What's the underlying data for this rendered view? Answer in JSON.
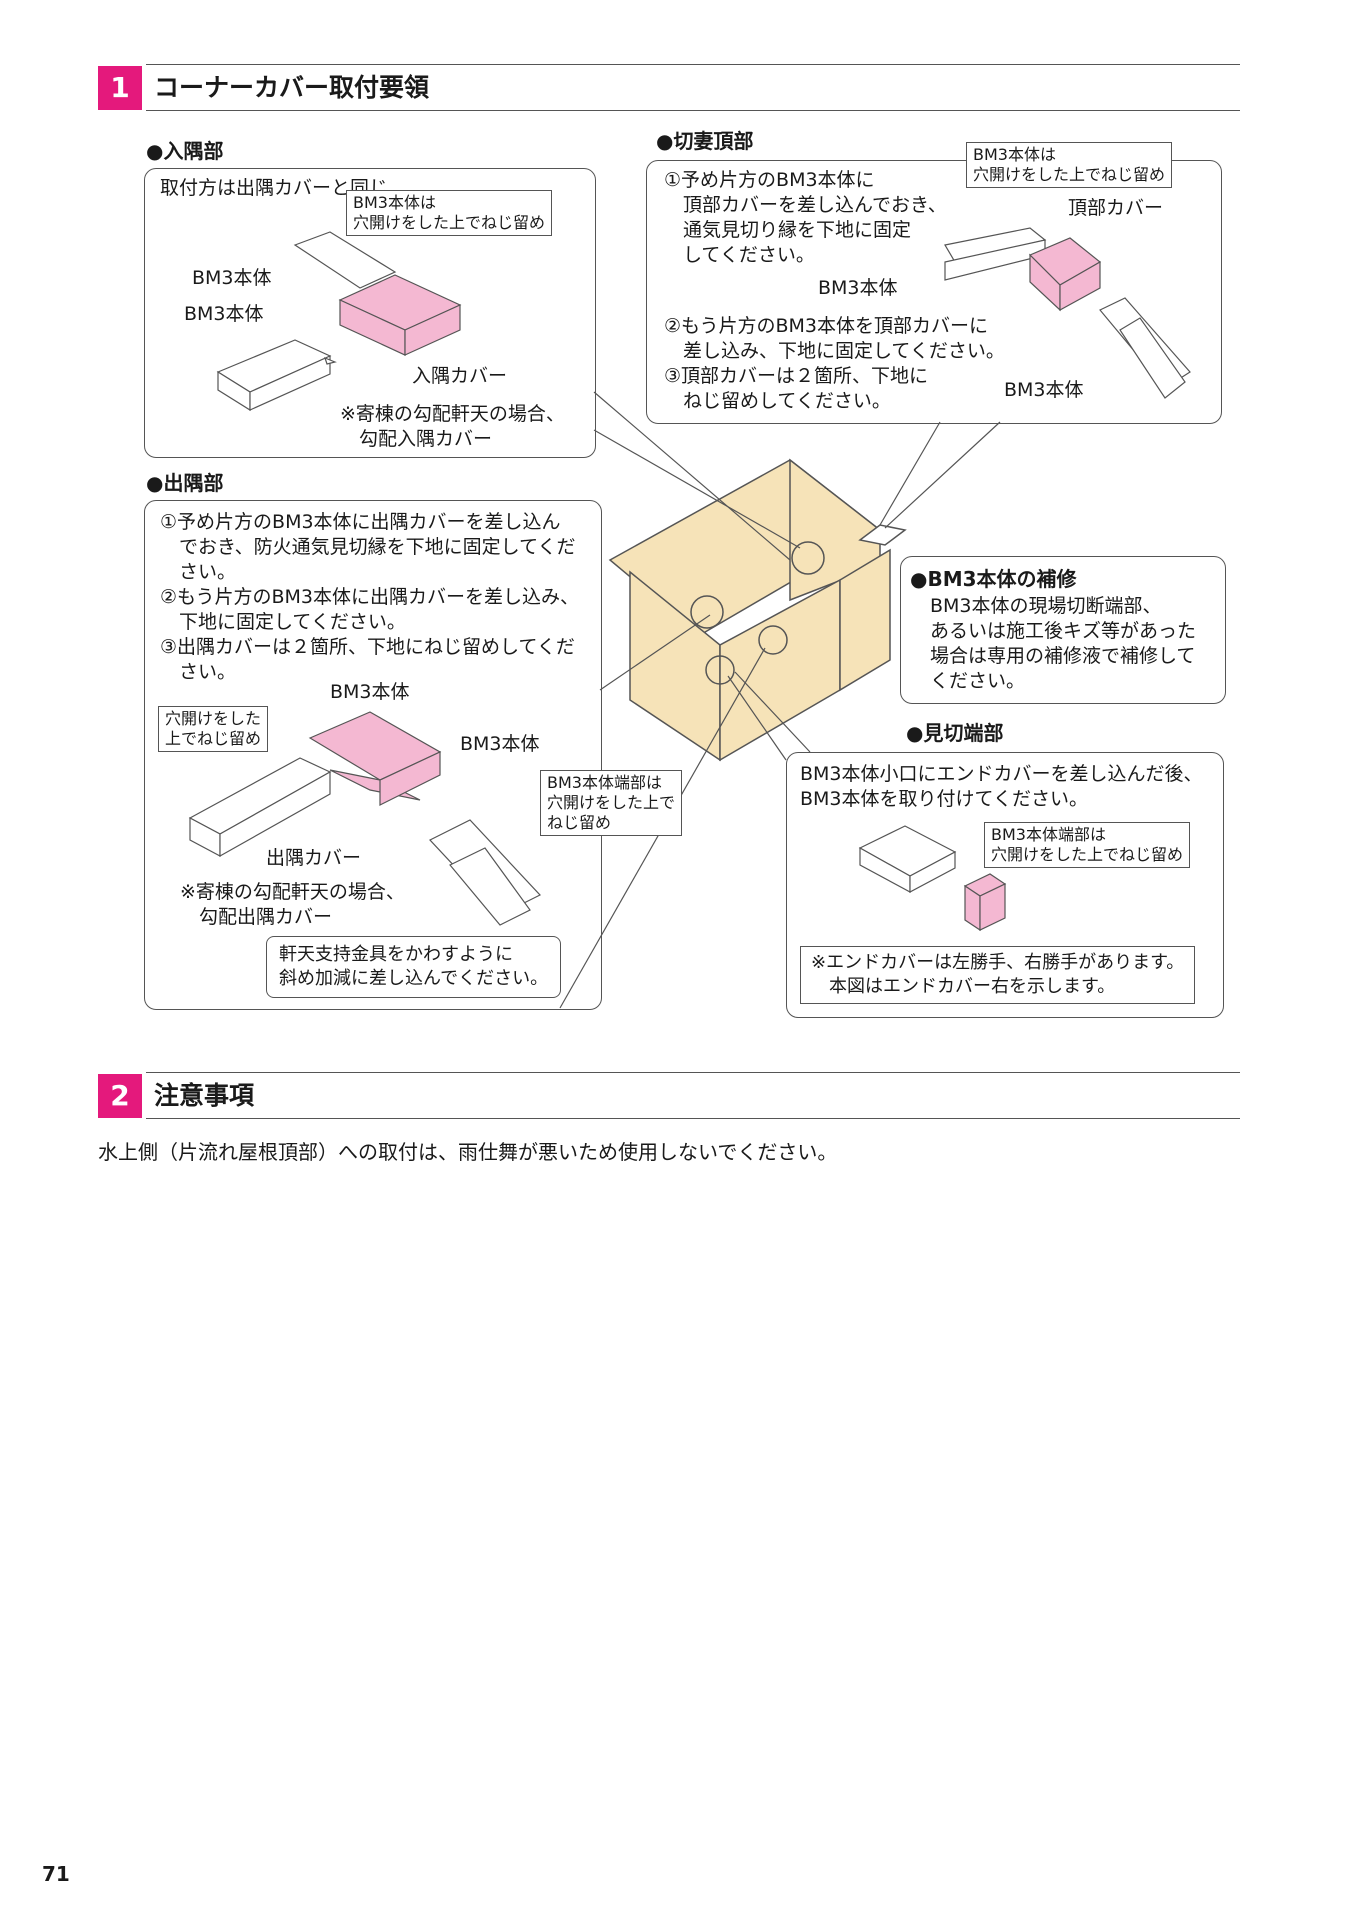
{
  "section1": {
    "number": "1",
    "title": "コーナーカバー取付要領"
  },
  "section2": {
    "number": "2",
    "title": "注意事項",
    "body": "水上側（片流れ屋根頂部）への取付は、雨仕舞が悪いため使用しないでください。"
  },
  "irizumi": {
    "heading": "●入隅部",
    "note": "取付方は出隅カバーと同じ",
    "callout": "BM3本体は\n穴開けをした上でねじ留め",
    "label_a": "BM3本体",
    "label_b": "BM3本体",
    "label_cover": "入隅カバー",
    "footnote": "※寄棟の勾配軒天の場合、\n　勾配入隅カバー"
  },
  "kirizuma": {
    "heading": "●切妻頂部",
    "step1": "①予め片方のBM3本体に\n　頂部カバーを差し込んでおき、\n　通気見切り縁を下地に固定\n　してください。",
    "callout": "BM3本体は\n穴開けをした上でねじ留め",
    "label_cover": "頂部カバー",
    "label_a": "BM3本体",
    "step2": "②もう片方のBM3本体を頂部カバーに\n　差し込み、下地に固定してください。\n③頂部カバーは２箇所、下地に\n　ねじ留めしてください。",
    "label_b": "BM3本体"
  },
  "desumi": {
    "heading": "●出隅部",
    "steps": "①予め片方のBM3本体に出隅カバーを差し込ん\n　でおき、防火通気見切縁を下地に固定してくだ\n　さい。\n②もう片方のBM3本体に出隅カバーを差し込み、\n　下地に固定してください。\n③出隅カバーは２箇所、下地にねじ留めしてくだ\n　さい。",
    "label_a": "BM3本体",
    "callout_left": "穴開けをした\n上でねじ留め",
    "label_b": "BM3本体",
    "callout_right": "BM3本体端部は\n穴開けをした上で\nねじ留め",
    "label_cover": "出隅カバー",
    "footnote": "※寄棟の勾配軒天の場合、\n　勾配出隅カバー",
    "callout_bottom": "軒天支持金具をかわすように\n斜め加減に差し込んでください。"
  },
  "repair": {
    "heading": "●BM3本体の補修",
    "body": "BM3本体の現場切断端部、\nあるいは施工後キズ等があった\n場合は専用の補修液で補修して\nください。"
  },
  "mikiri": {
    "heading": "●見切端部",
    "body": "BM3本体小口にエンドカバーを差し込んだ後、\nBM3本体を取り付けてください。",
    "callout": "BM3本体端部は\n穴開けをした上でねじ留め",
    "footnote": "※エンドカバーは左勝手、右勝手があります。\n　本図はエンドカバー右を示します。"
  },
  "page_number": "71",
  "colors": {
    "accent": "#e4197c",
    "cover_pink": "#f4b8d2",
    "house_fill": "#f6e3b8"
  }
}
